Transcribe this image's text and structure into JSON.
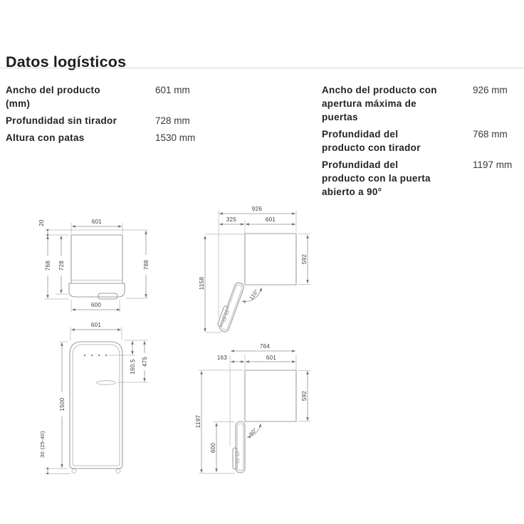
{
  "page": {
    "title": "Datos logísticos"
  },
  "specs": {
    "left": [
      {
        "label": "Ancho del producto\n(mm)",
        "value": "601 mm"
      },
      {
        "label": "Profundidad sin tirador",
        "value": "728 mm"
      },
      {
        "label": "Altura con patas",
        "value": "1530 mm"
      }
    ],
    "right": [
      {
        "label": "Ancho del producto con\napertura máxima de\npuertas",
        "value": "926 mm"
      },
      {
        "label": "Profundidad del\nproducto con tirador",
        "value": "768 mm"
      },
      {
        "label": "Profundidad del\nproducto con la puerta\nabierto a 90°",
        "value": "1197 mm"
      }
    ]
  },
  "diagrams": {
    "top_view_closed": {
      "width_top": "601",
      "wall_gap": "20",
      "depth_with_handle": "768",
      "depth_without_handle": "728",
      "depth_total": "788",
      "door_width": "600"
    },
    "top_view_door_110": {
      "total_width": "926",
      "door_projection": "325",
      "cabinet_width": "601",
      "total_depth": "1158",
      "cabinet_depth": "592",
      "door_angle": "110°"
    },
    "front_view": {
      "width": "601",
      "height": "1500",
      "feet_height": "30 (25-40)",
      "logo_offset": "160.5",
      "handle_offset": "475"
    },
    "top_view_door_90": {
      "total_width": "764",
      "door_projection": "163",
      "cabinet_width": "601",
      "total_depth": "1197",
      "cabinet_depth": "592",
      "door_depth": "600",
      "door_angle": "90°"
    }
  },
  "colors": {
    "title": "#1d1d1d",
    "divider": "#d6d6d6",
    "drawing_line": "#9b9fa0",
    "dimension_line": "#8f9394",
    "dimension_text": "#3c3c3c",
    "background": "#ffffff"
  }
}
